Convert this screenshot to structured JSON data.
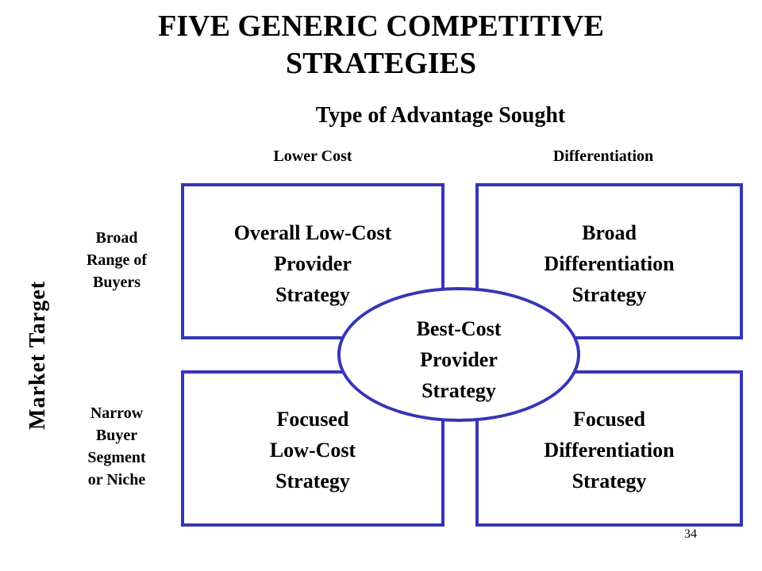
{
  "title": {
    "line1": "FIVE GENERIC COMPETITIVE",
    "line2": "STRATEGIES"
  },
  "subtitle": "Type of Advantage Sought",
  "columns": {
    "lower_cost": "Lower Cost",
    "differentiation": "Differentiation"
  },
  "axis_label": "Market Target",
  "rows": {
    "broad": [
      "Broad",
      "Range of",
      "Buyers"
    ],
    "narrow": [
      "Narrow",
      "Buyer",
      "Segment",
      "or Niche"
    ]
  },
  "strategies": {
    "overall_low_cost": [
      "Overall Low-Cost",
      "Provider",
      "Strategy"
    ],
    "broad_differentiation": [
      "Broad",
      "Differentiation",
      "Strategy"
    ],
    "focused_low_cost": [
      "Focused",
      "Low-Cost",
      "Strategy"
    ],
    "focused_differentiation": [
      "Focused",
      "Differentiation",
      "Strategy"
    ],
    "best_cost": [
      "Best-Cost",
      "Provider",
      "Strategy"
    ]
  },
  "page_number": "34",
  "colors": {
    "border": "#3535b8",
    "text": "#000000",
    "background": "#ffffff"
  }
}
